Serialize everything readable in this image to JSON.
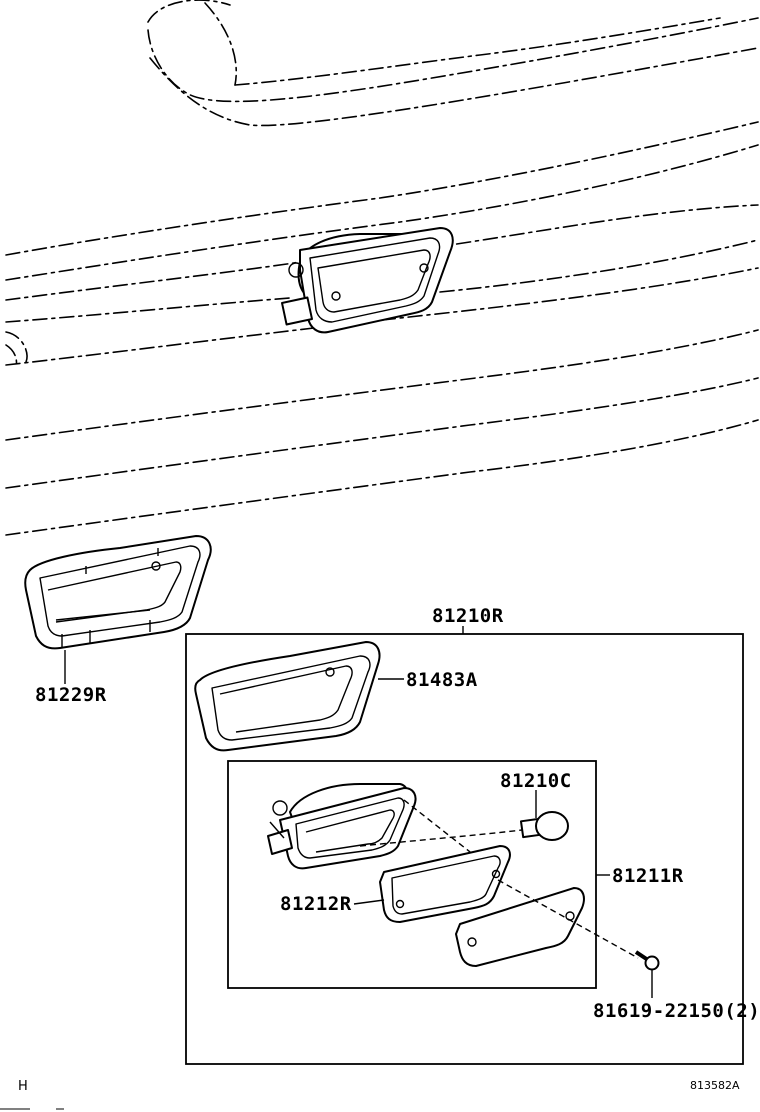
{
  "labels": {
    "assembly": "81210R",
    "cover": "81229R",
    "gasket": "81483A",
    "bulb": "81210C",
    "housing": "81211R",
    "inner_gasket": "81212R",
    "screw": "81619-22150(2)"
  },
  "corner_left": "H",
  "drawing_code": "813582A"
}
